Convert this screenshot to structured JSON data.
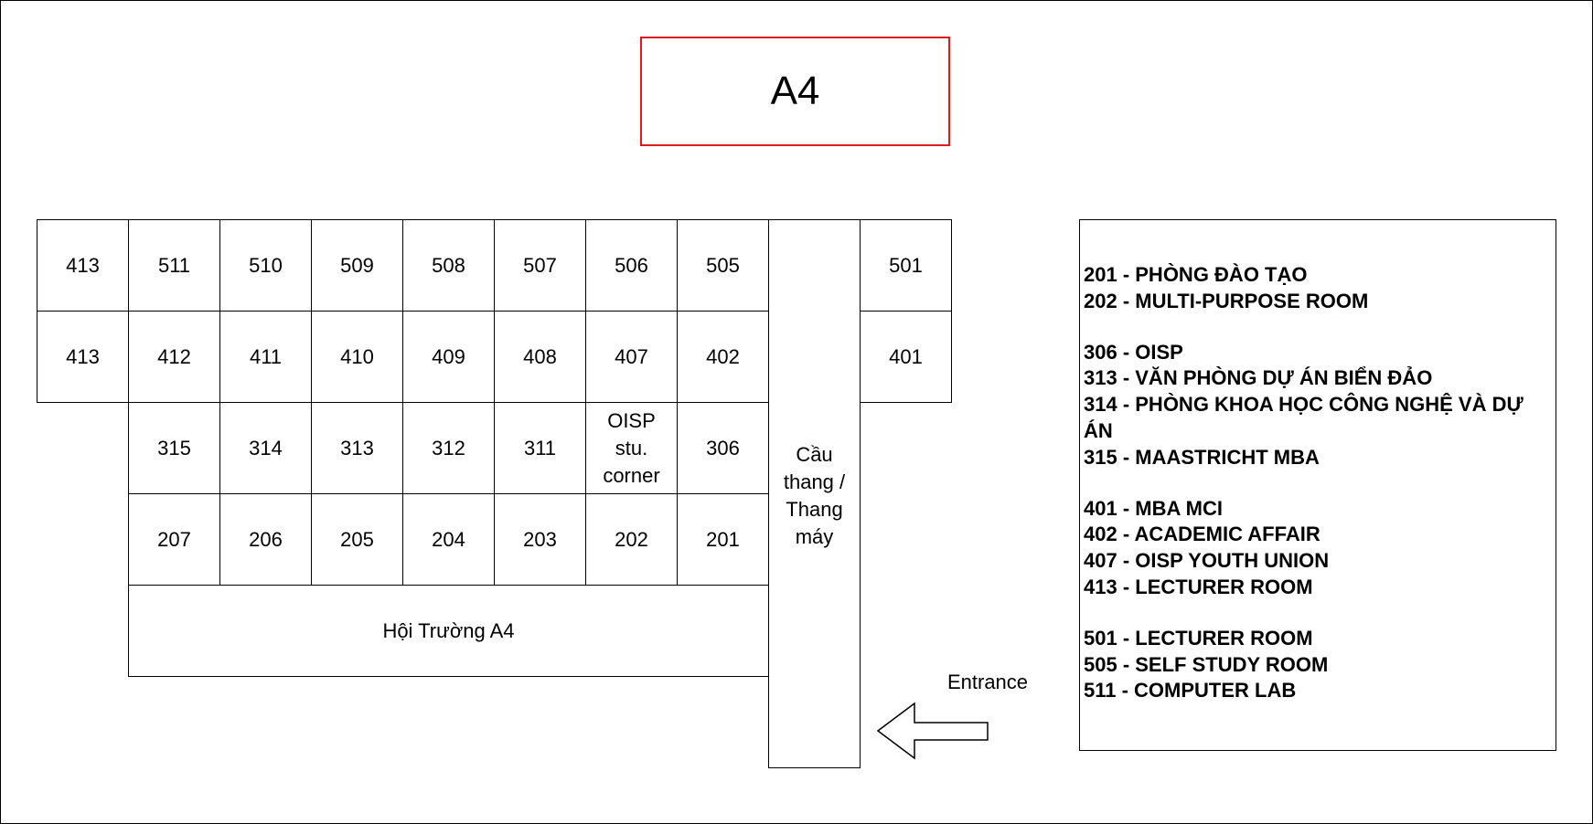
{
  "title": "A4",
  "rooms": {
    "r413a": "413",
    "r511": "511",
    "r510": "510",
    "r509": "509",
    "r508": "508",
    "r507": "507",
    "r506": "506",
    "r505": "505",
    "r501": "501",
    "r413b": "413",
    "r412": "412",
    "r411": "411",
    "r410": "410",
    "r409": "409",
    "r408": "408",
    "r407": "407",
    "r402": "402",
    "r401": "401",
    "r315": "315",
    "r314": "314",
    "r313": "313",
    "r312": "312",
    "r311": "311",
    "oisp_corner": "OISP stu. corner",
    "r306": "306",
    "r207": "207",
    "r206": "206",
    "r205": "205",
    "r204": "204",
    "r203": "203",
    "r202": "202",
    "r201": "201",
    "hall": "Hội Trường A4",
    "stairs": "Cầu thang / Thang máy"
  },
  "entrance": {
    "label": "Entrance",
    "direction": "left-arrow"
  },
  "legend": {
    "group2": [
      "201 - PHÒNG ĐÀO TẠO",
      "202 - MULTI-PURPOSE ROOM"
    ],
    "group3": [
      "306 - OISP",
      "313 - VĂN PHÒNG DỰ ÁN BIỂN ĐẢO",
      "314 - PHÒNG KHOA HỌC CÔNG NGHỆ VÀ DỰ ÁN",
      "315 - MAASTRICHT MBA"
    ],
    "group4": [
      "401 - MBA MCI",
      "402 - ACADEMIC AFFAIR",
      "407 - OISP YOUTH UNION",
      "413 - LECTURER ROOM"
    ],
    "group5": [
      "501 - LECTURER ROOM",
      "505 - SELF STUDY ROOM",
      "511 - COMPUTER LAB"
    ]
  },
  "colors": {
    "title_border": "#e01b1b",
    "lines": "#000000"
  }
}
